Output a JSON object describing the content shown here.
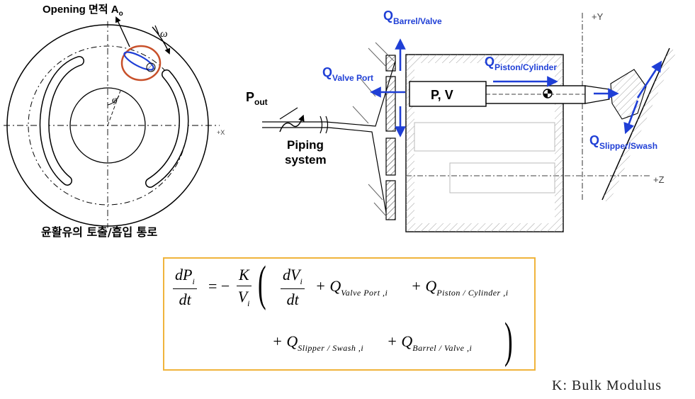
{
  "port_plate": {
    "opening_area_label": "Opening 면적 A",
    "opening_area_sub": "o",
    "omega": "ω",
    "phi": "φ",
    "axis_x": "+X",
    "caption": "윤활유의 토출/흡입 통로"
  },
  "pump": {
    "q_barrel_valve": "Q",
    "q_barrel_valve_sub": "Barrel/Valve",
    "q_valve_port": "Q",
    "q_valve_port_sub": "Valve Port",
    "q_piston_cylinder": "Q",
    "q_piston_cylinder_sub": "Piston/Cylinder",
    "q_slipper_swash": "Q",
    "q_slipper_swash_sub": "Slipper/Swash",
    "p_out": "P",
    "p_out_sub": "out",
    "chamber_label": "P, V",
    "piping_label_1": "Piping",
    "piping_label_2": "system",
    "axis_y": "+Y",
    "axis_z": "+Z"
  },
  "equation": {
    "lhs_num": "dP",
    "lhs_num_sub": "i",
    "lhs_den": "dt",
    "equals_minus": "= −",
    "k_num": "K",
    "k_den": "V",
    "k_den_sub": "i",
    "dv_num": "dV",
    "dv_num_sub": "i",
    "dv_den": "dt",
    "plus1": "+ Q",
    "t1_sub": "Valve  Port ,i",
    "plus2": "+ Q",
    "t2_sub": "Piston  / Cylinder  ,i",
    "plus3": "+ Q",
    "t3_sub": "Slipper  / Swash ,i",
    "plus4": "+ Q",
    "t4_sub": "Barrel  / Valve ,i"
  },
  "legend": "K: Bulk  Modulus",
  "colors": {
    "arrow": "#1f3fd6",
    "highlight": "#c8502a",
    "box_border": "#f0b43c"
  }
}
